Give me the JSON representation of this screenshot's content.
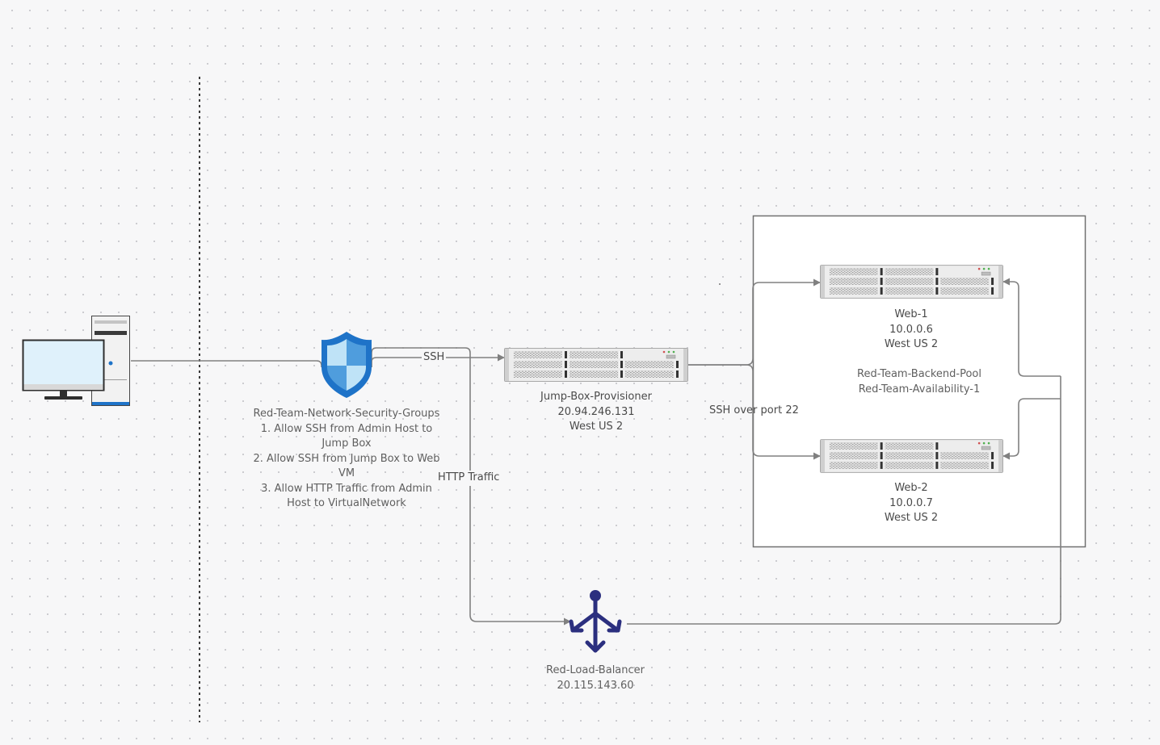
{
  "nodes": {
    "admin_host": {
      "icon": "desktop-computer-icon"
    },
    "nsg": {
      "icon": "shield-icon",
      "title": "Red-Team-Network-Security-Groups",
      "rules": [
        "1.  Allow SSH from Admin Host to Jump Box",
        "2. Allow SSH from Jump Box to Web VM",
        "3.  Allow HTTP Traffic from Admin Host to VirtualNetwork"
      ]
    },
    "jump_box": {
      "icon": "rack-server-icon",
      "name": "Jump-Box-Provisioner",
      "ip": "20.94.246.131",
      "region": "West US 2"
    },
    "web1": {
      "icon": "rack-server-icon",
      "name": "Web-1",
      "ip": "10.0.0.6",
      "region": "West US 2"
    },
    "web2": {
      "icon": "rack-server-icon",
      "name": "Web-2",
      "ip": "10.0.0.7",
      "region": "West US 2"
    },
    "backend_pool": {
      "name": "Red-Team-Backend-Pool",
      "availability_set": "Red-Team-Availability-1"
    },
    "load_balancer": {
      "icon": "load-balancer-icon",
      "name": "Red-Load-Balancer",
      "ip": "20.115.143.60"
    }
  },
  "edges": {
    "ssh": "SSH",
    "http": "HTTP Traffic",
    "ssh_port": "SSH over port 22"
  },
  "colors": {
    "connector": "#808080",
    "shield_blue": "#1e73c8",
    "shield_light": "#bfe3f7",
    "load_balancer": "#2b2f7f",
    "server_body": "#e8e8e8",
    "monitor_screen": "#dff1fb"
  }
}
